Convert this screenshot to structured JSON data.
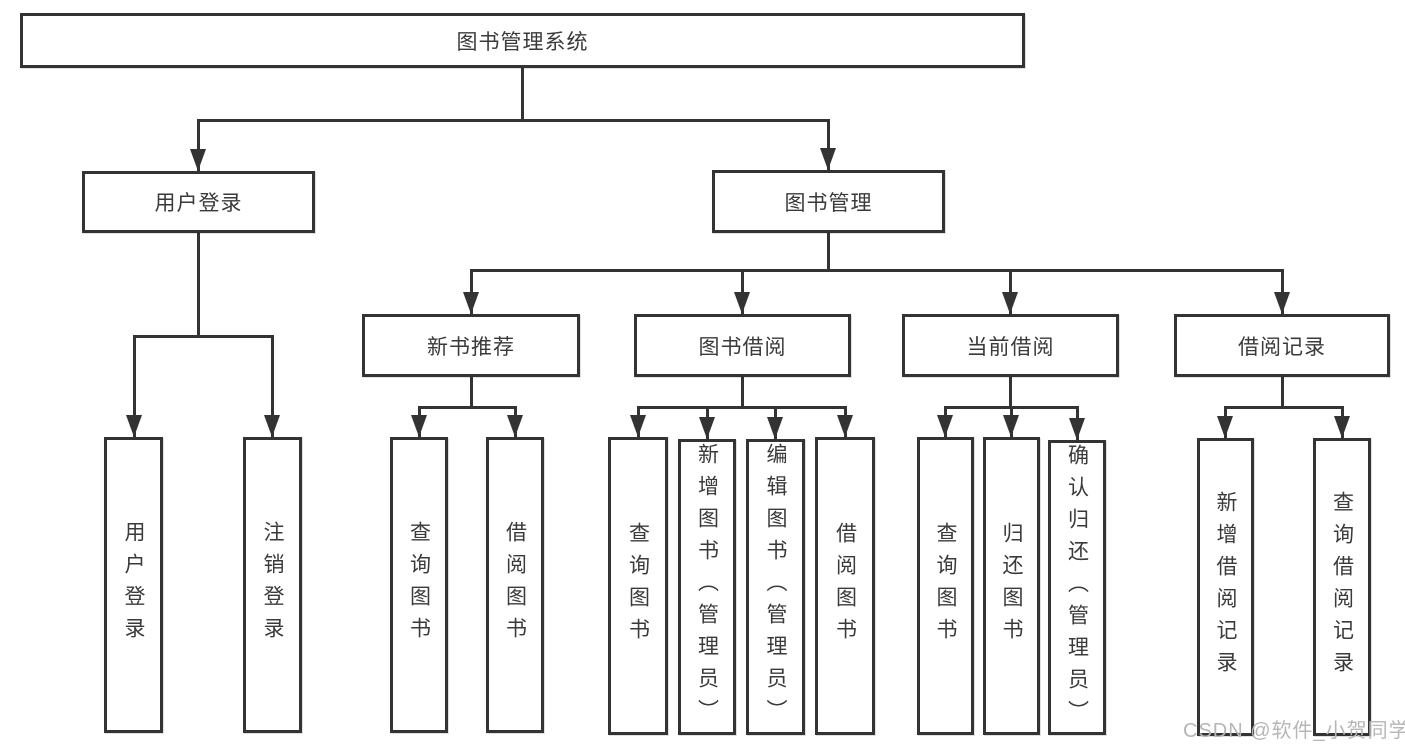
{
  "nodes": {
    "root": {
      "label": "图书管理系统"
    },
    "userLogin": {
      "label": "用户登录"
    },
    "bookMgmt": {
      "label": "图书管理"
    },
    "leafUserLogin": {
      "label": "用户登录"
    },
    "leafLogout": {
      "label": "注销登录"
    },
    "newBookRec": {
      "label": "新书推荐"
    },
    "bookBorrow": {
      "label": "图书借阅"
    },
    "currentBorrow": {
      "label": "当前借阅"
    },
    "borrowRecords": {
      "label": "借阅记录"
    },
    "nbQuery": {
      "label": "查询图书"
    },
    "nbBorrow": {
      "label": "借阅图书"
    },
    "bbQuery": {
      "label": "查询图书"
    },
    "bbAdd": {
      "label": "新增图书（管理员）"
    },
    "bbEdit": {
      "label": "编辑图书（管理员）"
    },
    "bbBorrow": {
      "label": "借阅图书"
    },
    "cbQuery": {
      "label": "查询图书"
    },
    "cbReturn": {
      "label": "归还图书"
    },
    "cbConfirm": {
      "label": "确认归还（管理员）"
    },
    "brAdd": {
      "label": "新增借阅记录"
    },
    "brQuery": {
      "label": "查询借阅记录"
    }
  },
  "colors": {
    "line": "#333333",
    "text": "#3a3a3a",
    "watermark": "#b6b6b6"
  },
  "watermark": {
    "text": "CSDN @软件_小贺同学"
  }
}
